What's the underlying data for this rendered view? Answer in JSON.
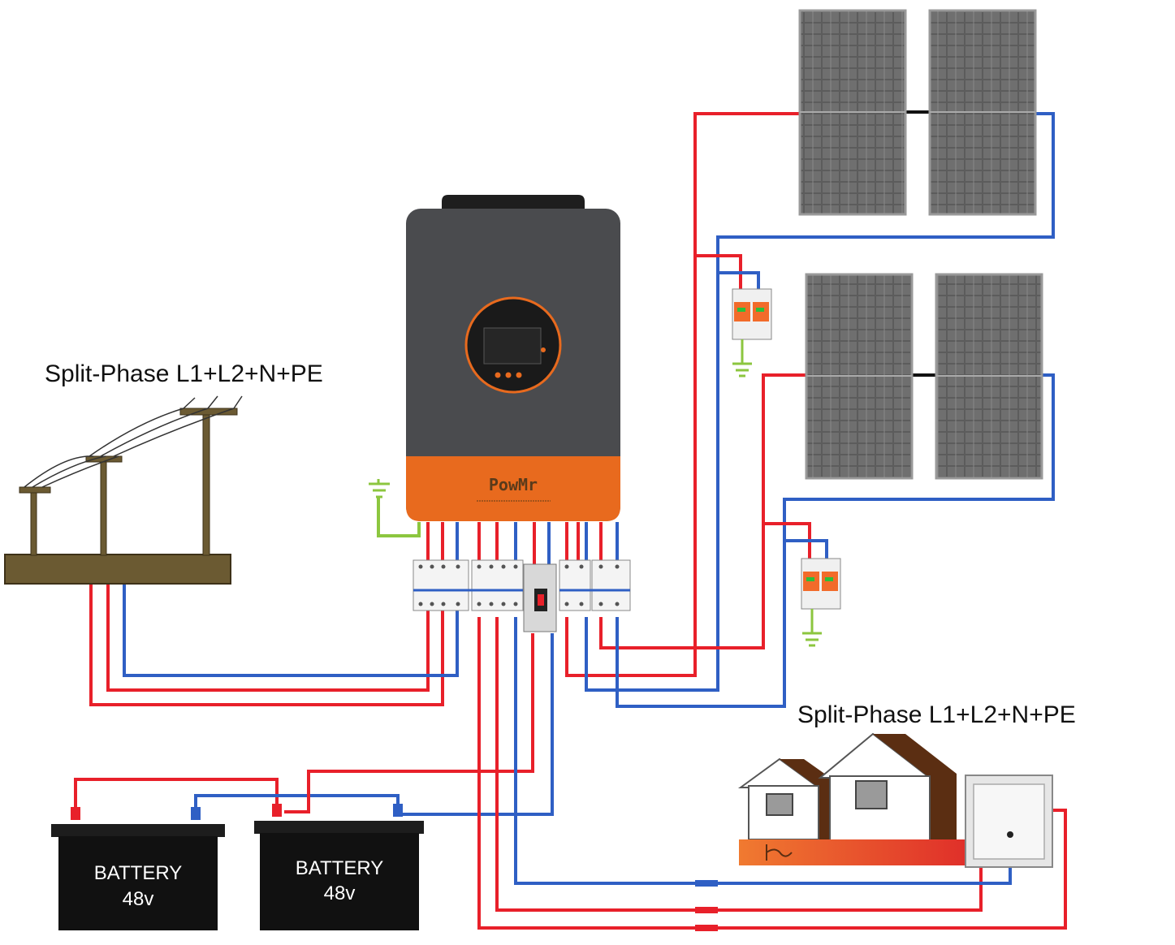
{
  "labels": {
    "grid_label": "Split-Phase L1+L2+N+PE",
    "load_label": "Split-Phase L1+L2+N+PE"
  },
  "inverter": {
    "brand": "PowMr"
  },
  "batteries": [
    {
      "label": "BATTERY",
      "voltage": "48v"
    },
    {
      "label": "BATTERY",
      "voltage": "48v"
    }
  ],
  "colors": {
    "positive_wire": "#e8202a",
    "negative_wire": "#2f5fc4",
    "ground_wire": "#8cc63f",
    "inverter_body": "#4a4b4e",
    "inverter_accent": "#e86a1e",
    "pole_wood": "#6b5a32",
    "battery_body": "#111111",
    "house_roof": "#5b2e12",
    "spd_orange": "#f26b2a"
  },
  "icons": [
    "utility-pole-icon",
    "solar-panel-icon",
    "surge-protector-icon",
    "ground-icon",
    "circuit-breaker-icon",
    "battery-icon",
    "house-icon",
    "distribution-box-icon"
  ]
}
